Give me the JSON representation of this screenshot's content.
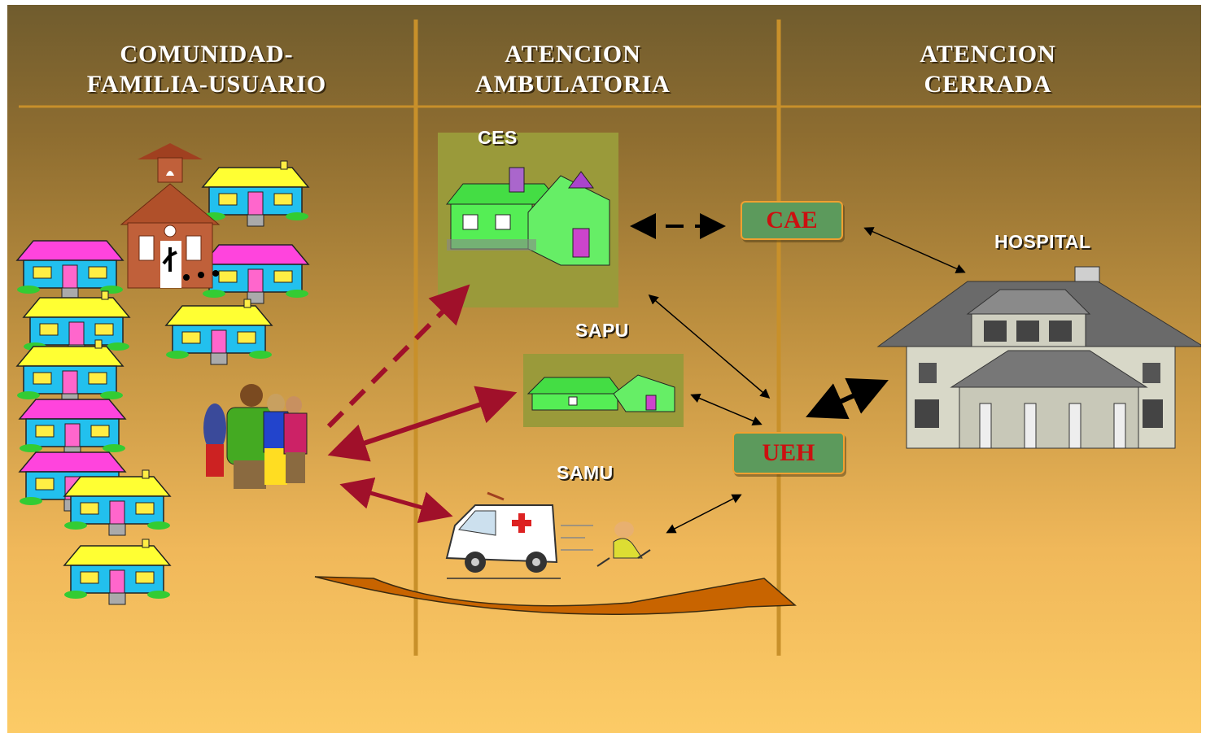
{
  "columns": {
    "community": {
      "line1": "COMUNIDAD-",
      "line2": "FAMILIA-USUARIO"
    },
    "ambulatory": {
      "line1": "ATENCION",
      "line2": "AMBULATORIA"
    },
    "closed": {
      "line1": "ATENCION",
      "line2": "CERRADA"
    }
  },
  "nodes": {
    "ces": "CES",
    "sapu": "SAPU",
    "samu": "SAMU",
    "hospital": "HOSPITAL",
    "cae": "CAE",
    "ueh": "UEH"
  },
  "colors": {
    "background_top": "#705c2e",
    "background_bottom": "#fccb66",
    "divider": "#c8902a",
    "box_fill": "#5c9a5c",
    "box_border": "#f0a030",
    "box_text": "#cc1010",
    "red_arrow": "#a0102a",
    "black_arrow": "#000000",
    "curved_arrow": "#c86400"
  },
  "icons": [
    "houses-icon",
    "church-icon",
    "family-icon",
    "health-center-icon",
    "clinic-icon",
    "ambulance-icon",
    "hospital-icon"
  ]
}
